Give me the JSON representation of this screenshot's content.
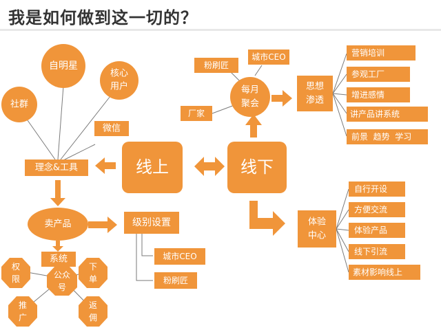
{
  "title": "我是如何做到这一切的？",
  "colors": {
    "accent": "#f0953a",
    "line": "#7a7a7a",
    "title": "#333333"
  },
  "nodes": {
    "social_group": "社群",
    "self_star": "自明星",
    "core_users": [
      "核心",
      "用户"
    ],
    "wechat": "微信",
    "concept_tools": "理念&工具",
    "online": "线上",
    "offline": "线下",
    "sell_product": "卖产品",
    "system": "系统",
    "public_account": [
      "公众",
      "号"
    ],
    "authority": [
      "权",
      "限"
    ],
    "order": [
      "下",
      "单"
    ],
    "promote": [
      "推",
      "广"
    ],
    "rebate": [
      "返",
      "佣"
    ],
    "level_setting": "级别设置",
    "level_city_ceo": "城市CEO",
    "level_powder": "粉刷匠",
    "monthly_meetup": [
      "每月",
      "聚会"
    ],
    "meetup_powder": "粉刷匠",
    "meetup_city_ceo": "城市CEO",
    "factory": "厂家",
    "mindset": [
      "思想",
      "渗透"
    ],
    "experience_center": [
      "体验",
      "中心"
    ]
  },
  "mindset_items": [
    "营销培训",
    "参观工厂",
    "增进感情",
    "讲产品讲系统",
    "前景  趋势  学习"
  ],
  "experience_items": [
    "自行开设",
    "方便交流",
    "体验产品",
    "线下引流",
    "素材影响线上"
  ]
}
